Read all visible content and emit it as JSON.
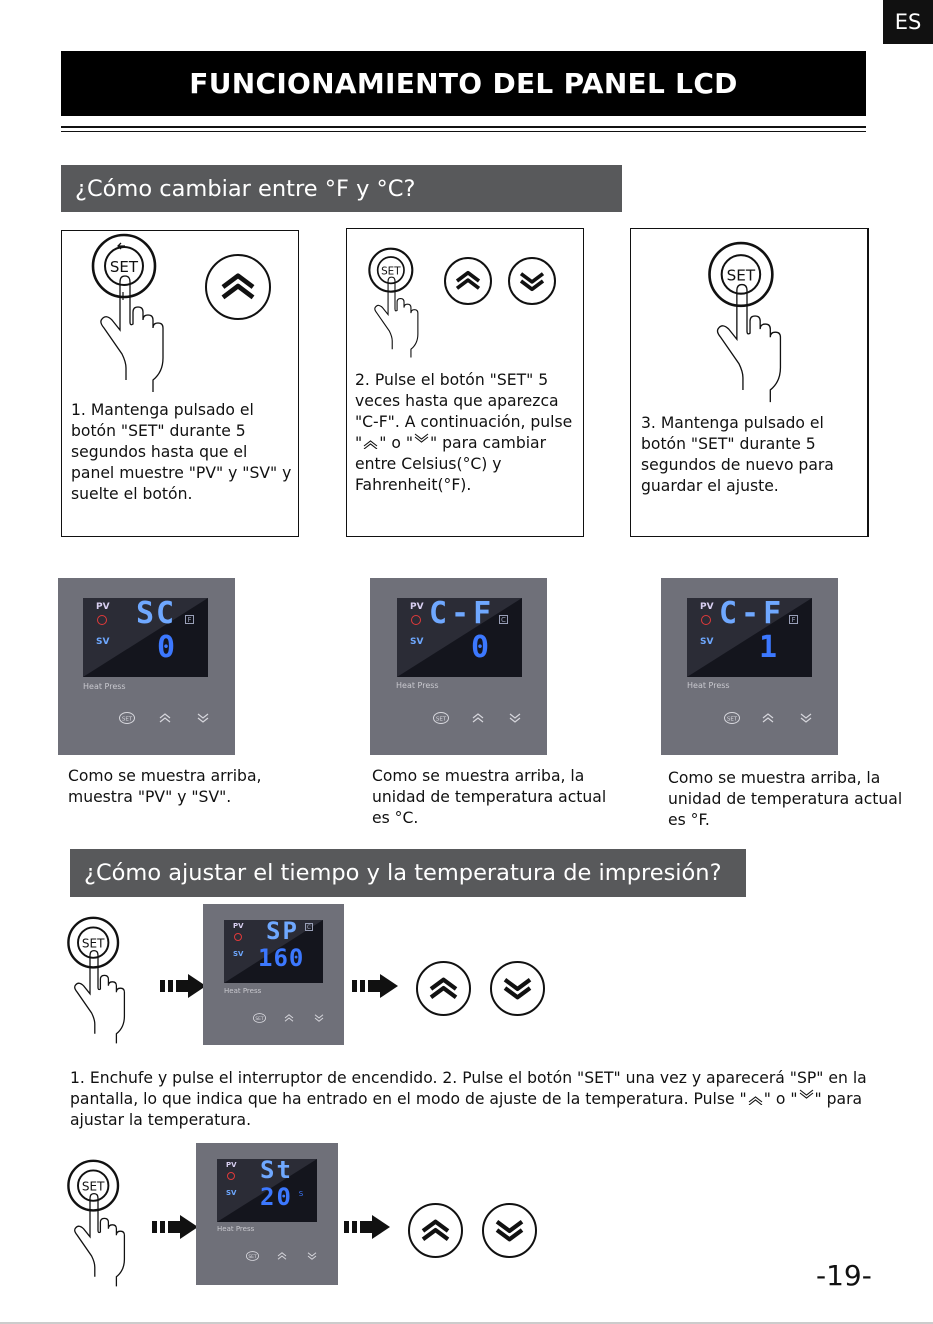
{
  "lang_tab": "ES",
  "page_title": "FUNCIONAMIENTO DEL PANEL LCD",
  "section1": {
    "title": "¿Cómo cambiar entre °F y °C?",
    "steps": [
      {
        "text": "1. Mantenga pulsado el botón \"SET\" durante 5 segundos hasta que el panel muestre \"PV\" y \"SV\" y suelte el botón."
      },
      {
        "text_before_up": " 2. Pulse el botón \"SET\" 5 veces hasta que aparezca \"C-F\". A continuación, pulse \"",
        "text_between": "\" o \"",
        "text_after": "\" para cambiar entre Celsius(°C) y Fahrenheit(°F)."
      },
      {
        "text": "3. Mantenga pulsado el botón \"SET\" durante 5 segundos de nuevo para guardar el ajuste."
      }
    ],
    "panels": [
      {
        "top": "SC",
        "bottom": "0",
        "unit": "F",
        "caption": "Como se muestra arriba, muestra \"PV\" y \"SV\"."
      },
      {
        "top": "C-F",
        "bottom": "0",
        "unit": "C",
        "caption": "Como se muestra arriba, la unidad de temperatura actual es °C."
      },
      {
        "top": "C-F",
        "bottom": "1",
        "unit": "F",
        "caption": "Como se muestra arriba, la unidad de temperatura actual es °F."
      }
    ]
  },
  "section2": {
    "title": "¿Cómo ajustar el tiempo y la temperatura de impresión?",
    "panel1": {
      "top": "SP",
      "bottom": "160",
      "unit": "C"
    },
    "para_before_up": "1. Enchufe y pulse el interruptor de encendido. 2. Pulse el botón \"SET\" una vez y aparecerá \"SP\" en la pantalla, lo que indica que ha entrado en el modo de ajuste de la temperatura. Pulse \"",
    "para_between": "\" o \"",
    "para_after": "\" para ajustar la temperatura.",
    "panel2": {
      "top": "St",
      "bottom": "20",
      "unit": "S"
    }
  },
  "panel_labels": {
    "pv": "PV",
    "sv": "SV",
    "brand": "Heat Press",
    "set": "SET"
  },
  "set_label": "SET",
  "page_number": "-19-",
  "colors": {
    "section_bar": "#58595b",
    "panel": "#6f7079",
    "lcd_top_digits": "#6fa8ff",
    "lcd_bottom_digits": "#3c78ff"
  }
}
